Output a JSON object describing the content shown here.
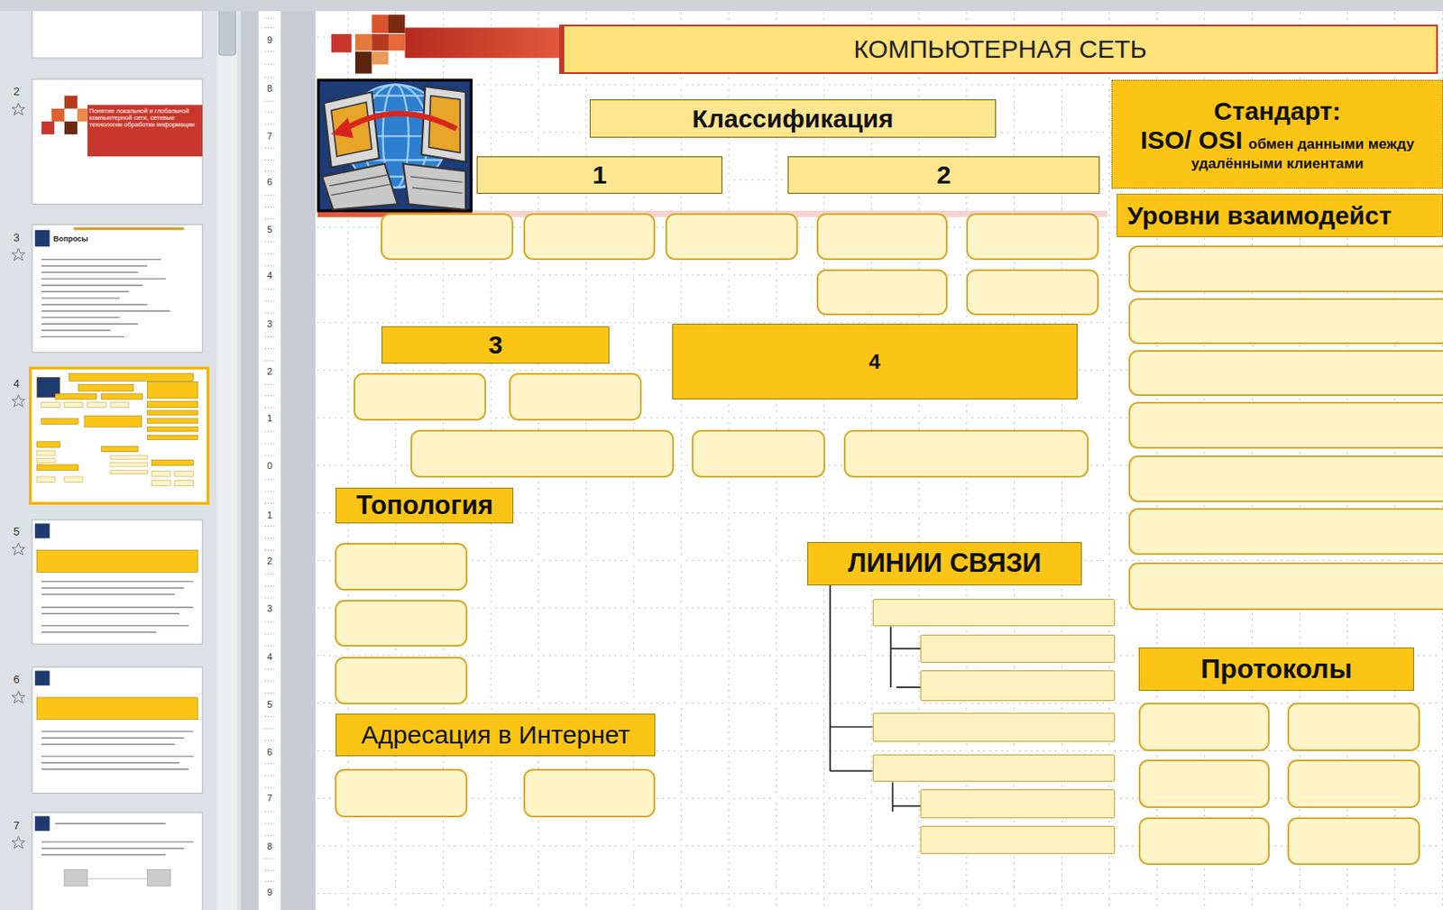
{
  "diagram": {
    "title": "КОМПЬЮТЕРНАЯ СЕТЬ",
    "nodes": [
      {
        "text": [
          "Классификация"
        ]
      },
      {
        "text": [
          "1"
        ]
      },
      {
        "text": [
          "2"
        ]
      },
      {
        "text": [
          "Стандарт:",
          "ISO/ OSI",
          "обмен данными между удалёнными клиентами"
        ]
      },
      {
        "text": [
          "Уровни взаимодейст"
        ]
      },
      {
        "text": [
          "3"
        ]
      },
      {
        "text": [
          "4"
        ]
      },
      {
        "text": [
          "Топология"
        ]
      },
      {
        "text": [
          "ЛИНИИ СВЯЗИ"
        ]
      },
      {
        "text": [
          "Адресация в Интернет"
        ]
      },
      {
        "text": [
          "Протоколы"
        ]
      }
    ],
    "labels": [
      "2",
      "3",
      "4",
      "5",
      "6",
      "7",
      "Понятие локальной и глобальной компьютерной сети, сетевые технологии обработки информации",
      "Вопросы",
      "9",
      "8",
      "7",
      "6",
      "5",
      "4",
      "3",
      "2",
      "1",
      "0",
      "1",
      "2",
      "3",
      "4",
      "5",
      "6",
      "7",
      "8",
      "9"
    ]
  }
}
